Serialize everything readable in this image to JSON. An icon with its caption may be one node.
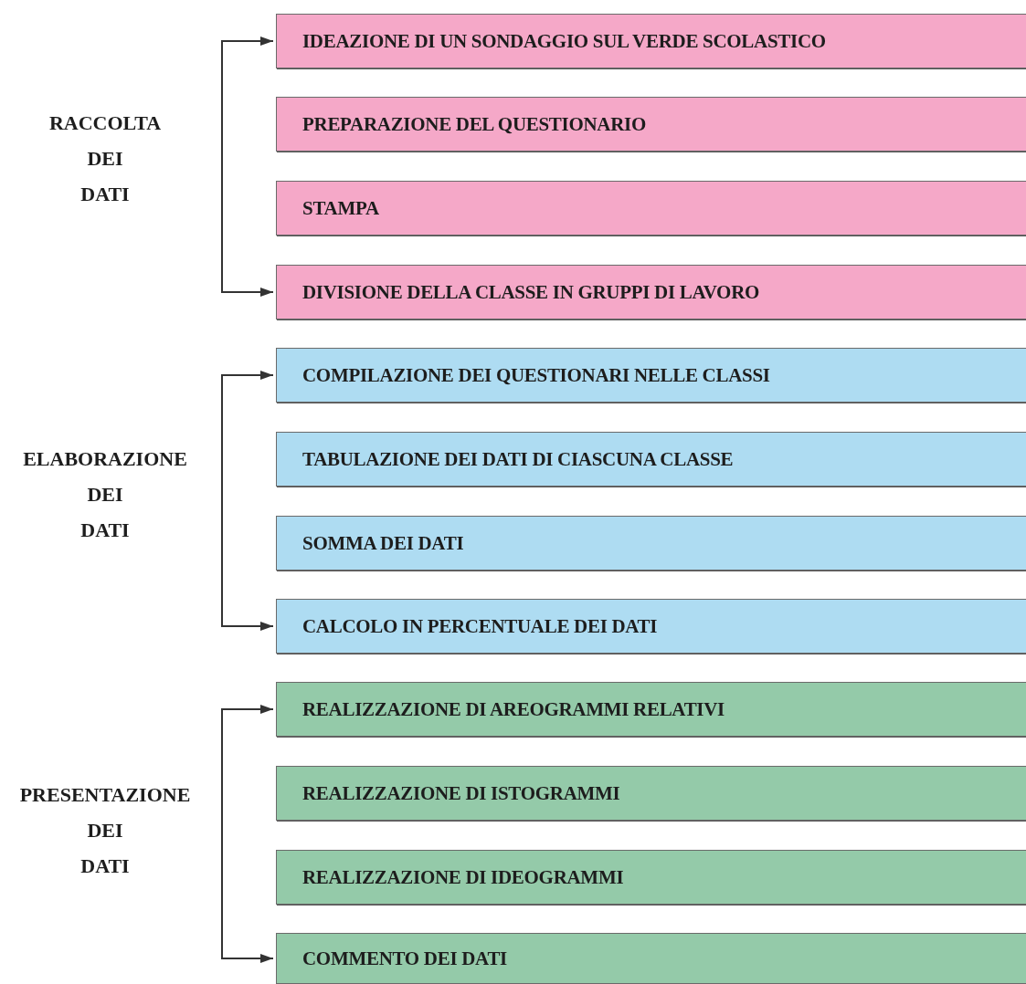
{
  "diagram": {
    "nodes": [
      {
        "text": [
          "RACCOLTA DEI DATI"
        ]
      },
      {
        "text": [
          "IDEAZIONE DI UN SONDAGGIO SUL VERDE SCOLASTICO"
        ]
      },
      {
        "text": [
          "PREPARAZIONE DEL QUESTIONARIO"
        ]
      },
      {
        "text": [
          "STAMPA"
        ]
      },
      {
        "text": [
          "DIVISIONE DELLA CLASSE IN GRUPPI DI LAVORO"
        ]
      },
      {
        "text": [
          "ELABORAZIONE DEI DATI"
        ]
      },
      {
        "text": [
          "COMPILAZIONE DEI QUESTIONARI NELLE CLASSI"
        ]
      },
      {
        "text": [
          "TABULAZIONE DEI DATI DI CIASCUNA CLASSE"
        ]
      },
      {
        "text": [
          "SOMMA DEI DATI"
        ]
      },
      {
        "text": [
          "CALCOLO IN PERCENTUALE DEI DATI"
        ]
      },
      {
        "text": [
          "PRESENTAZIONE DEI DATI"
        ]
      },
      {
        "text": [
          "REALIZZAZIONE DI AREOGRAMMI RELATIVI"
        ]
      },
      {
        "text": [
          "REALIZZAZIONE DI ISTOGRAMMI"
        ]
      },
      {
        "text": [
          "REALIZZAZIONE DI IDEOGRAMMI"
        ]
      },
      {
        "text": [
          "COMMENTO DEI DATI"
        ]
      }
    ],
    "edges": [
      {
        "from": 0,
        "to": 1,
        "arrow": "to"
      },
      {
        "from": 0,
        "to": 4,
        "arrow": "to"
      },
      {
        "from": 5,
        "to": 6,
        "arrow": "to"
      },
      {
        "from": 5,
        "to": 9,
        "arrow": "to"
      },
      {
        "from": 10,
        "to": 11,
        "arrow": "to"
      },
      {
        "from": 10,
        "to": 14,
        "arrow": "to"
      }
    ]
  }
}
